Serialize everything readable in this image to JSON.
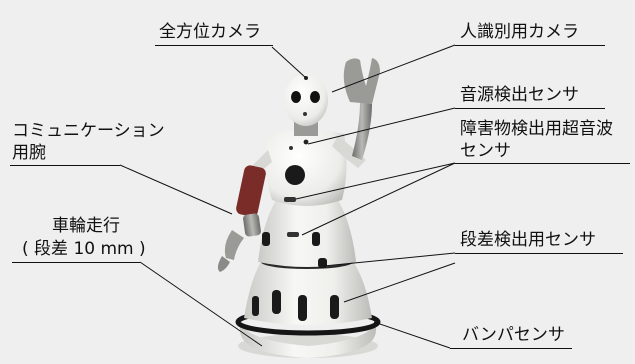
{
  "labels": {
    "omni_camera": "全方位カメラ",
    "person_id_camera": "人識別用カメラ",
    "sound_source_sensor": "音源検出センサ",
    "communication_arm_line1": "コミュニケーション",
    "communication_arm_line2": "用腕",
    "ultrasonic_sensor_line1": "障害物検出用超音波",
    "ultrasonic_sensor_line2": "センサ",
    "wheels_line1": "車輪走行",
    "wheels_line2": "( 段差 10 mm )",
    "step_sensor": "段差検出用センサ",
    "bumper_sensor": "バンパセンサ"
  },
  "colors": {
    "background": "#efefef",
    "body_white": "#f4f4f2",
    "body_shade": "#cfcfcd",
    "dark": "#1a1a1a",
    "arm_red": "#7a2c28",
    "arm_gray": "#8a8a88"
  }
}
